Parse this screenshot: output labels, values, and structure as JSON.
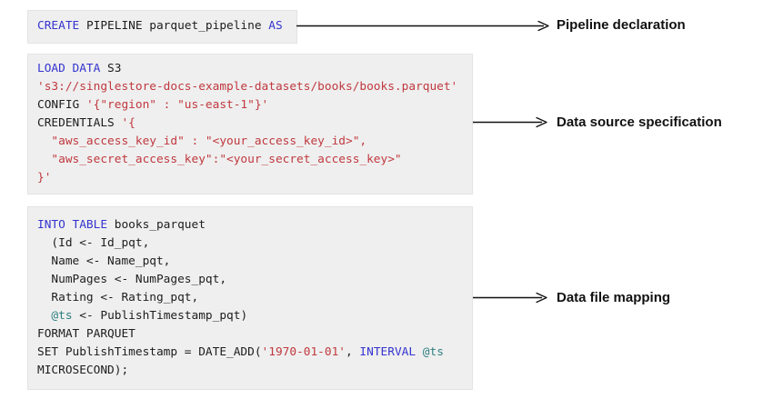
{
  "colors": {
    "background": "#ffffff",
    "block_bg": "#efefef",
    "block_border": "#e3e3e3",
    "keyword_blue": "#3434cf",
    "string_red": "#c0393f",
    "variable_teal": "#2e7f7f",
    "code_text": "#1d1d1d",
    "label_text": "#111111",
    "arrow": "#111111"
  },
  "blocks": [
    {
      "name": "pipeline-declaration",
      "annotation": "Pipeline declaration",
      "lines": [
        [
          {
            "t": "CREATE",
            "s": "kw"
          },
          {
            "t": " PIPELINE parquet_pipeline ",
            "s": "plain"
          },
          {
            "t": "AS",
            "s": "kw"
          }
        ]
      ]
    },
    {
      "name": "data-source-specification",
      "annotation": "Data source specification",
      "lines": [
        [
          {
            "t": "LOAD DATA",
            "s": "kw"
          },
          {
            "t": " S3",
            "s": "plain"
          }
        ],
        [
          {
            "t": "'s3://singlestore-docs-example-datasets/books/books.parquet'",
            "s": "str"
          }
        ],
        [
          {
            "t": "CONFIG ",
            "s": "plain"
          },
          {
            "t": "'{\"region\" : \"us-east-1\"}'",
            "s": "str"
          }
        ],
        [
          {
            "t": "CREDENTIALS ",
            "s": "plain"
          },
          {
            "t": "'{",
            "s": "str"
          }
        ],
        [
          {
            "t": "  \"aws_access_key_id\" : \"<your_access_key_id>\",",
            "s": "str"
          }
        ],
        [
          {
            "t": "  \"aws_secret_access_key\":\"<your_secret_access_key>\"",
            "s": "str"
          }
        ],
        [
          {
            "t": "}'",
            "s": "str"
          }
        ]
      ]
    },
    {
      "name": "data-file-mapping",
      "annotation": "Data file mapping",
      "lines": [
        [
          {
            "t": "INTO TABLE",
            "s": "kw"
          },
          {
            "t": " books_parquet",
            "s": "plain"
          }
        ],
        [
          {
            "t": "  (Id <- Id_pqt,",
            "s": "plain"
          }
        ],
        [
          {
            "t": "  Name <- Name_pqt,",
            "s": "plain"
          }
        ],
        [
          {
            "t": "  NumPages <- NumPages_pqt,",
            "s": "plain"
          }
        ],
        [
          {
            "t": "  Rating <- Rating_pqt,",
            "s": "plain"
          }
        ],
        [
          {
            "t": "  ",
            "s": "plain"
          },
          {
            "t": "@ts",
            "s": "var"
          },
          {
            "t": " <- PublishTimestamp_pqt)",
            "s": "plain"
          }
        ],
        [
          {
            "t": "FORMAT PARQUET",
            "s": "plain"
          }
        ],
        [
          {
            "t": "SET PublishTimestamp = DATE_ADD(",
            "s": "plain"
          },
          {
            "t": "'1970-01-01'",
            "s": "str"
          },
          {
            "t": ", ",
            "s": "plain"
          },
          {
            "t": "INTERVAL",
            "s": "kw"
          },
          {
            "t": " ",
            "s": "plain"
          },
          {
            "t": "@ts",
            "s": "var"
          }
        ],
        [
          {
            "t": "MICROSECOND);",
            "s": "plain"
          }
        ]
      ]
    }
  ]
}
